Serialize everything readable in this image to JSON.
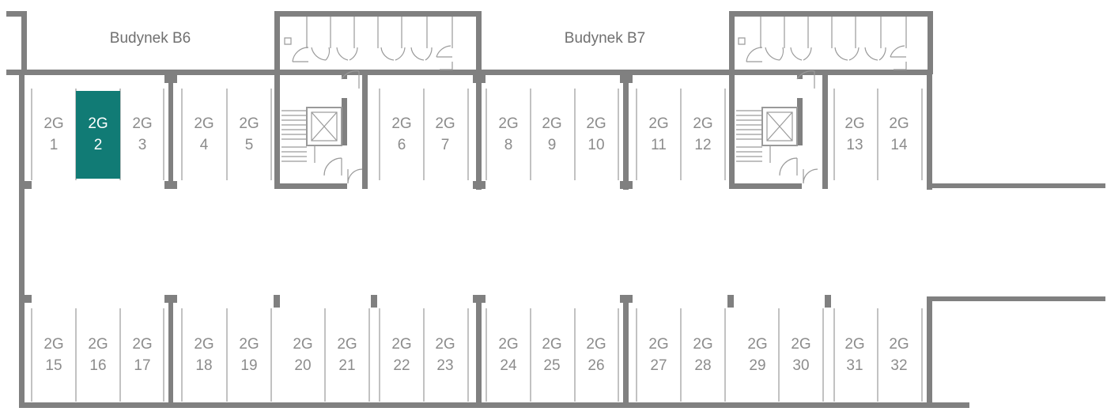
{
  "accent_color": "#117b75",
  "buildings": [
    {
      "id": "b6",
      "label": "Budynek B6"
    },
    {
      "id": "b7",
      "label": "Budynek B7"
    }
  ],
  "spots": [
    {
      "prefix": "2G",
      "number": "1",
      "selected": false
    },
    {
      "prefix": "2G",
      "number": "2",
      "selected": true
    },
    {
      "prefix": "2G",
      "number": "3",
      "selected": false
    },
    {
      "prefix": "2G",
      "number": "4",
      "selected": false
    },
    {
      "prefix": "2G",
      "number": "5",
      "selected": false
    },
    {
      "prefix": "2G",
      "number": "6",
      "selected": false
    },
    {
      "prefix": "2G",
      "number": "7",
      "selected": false
    },
    {
      "prefix": "2G",
      "number": "8",
      "selected": false
    },
    {
      "prefix": "2G",
      "number": "9",
      "selected": false
    },
    {
      "prefix": "2G",
      "number": "10",
      "selected": false
    },
    {
      "prefix": "2G",
      "number": "11",
      "selected": false
    },
    {
      "prefix": "2G",
      "number": "12",
      "selected": false
    },
    {
      "prefix": "2G",
      "number": "13",
      "selected": false
    },
    {
      "prefix": "2G",
      "number": "14",
      "selected": false
    },
    {
      "prefix": "2G",
      "number": "15",
      "selected": false
    },
    {
      "prefix": "2G",
      "number": "16",
      "selected": false
    },
    {
      "prefix": "2G",
      "number": "17",
      "selected": false
    },
    {
      "prefix": "2G",
      "number": "18",
      "selected": false
    },
    {
      "prefix": "2G",
      "number": "19",
      "selected": false
    },
    {
      "prefix": "2G",
      "number": "20",
      "selected": false
    },
    {
      "prefix": "2G",
      "number": "21",
      "selected": false
    },
    {
      "prefix": "2G",
      "number": "22",
      "selected": false
    },
    {
      "prefix": "2G",
      "number": "23",
      "selected": false
    },
    {
      "prefix": "2G",
      "number": "24",
      "selected": false
    },
    {
      "prefix": "2G",
      "number": "25",
      "selected": false
    },
    {
      "prefix": "2G",
      "number": "26",
      "selected": false
    },
    {
      "prefix": "2G",
      "number": "27",
      "selected": false
    },
    {
      "prefix": "2G",
      "number": "28",
      "selected": false
    },
    {
      "prefix": "2G",
      "number": "29",
      "selected": false
    },
    {
      "prefix": "2G",
      "number": "30",
      "selected": false
    },
    {
      "prefix": "2G",
      "number": "31",
      "selected": false
    },
    {
      "prefix": "2G",
      "number": "32",
      "selected": false
    }
  ]
}
